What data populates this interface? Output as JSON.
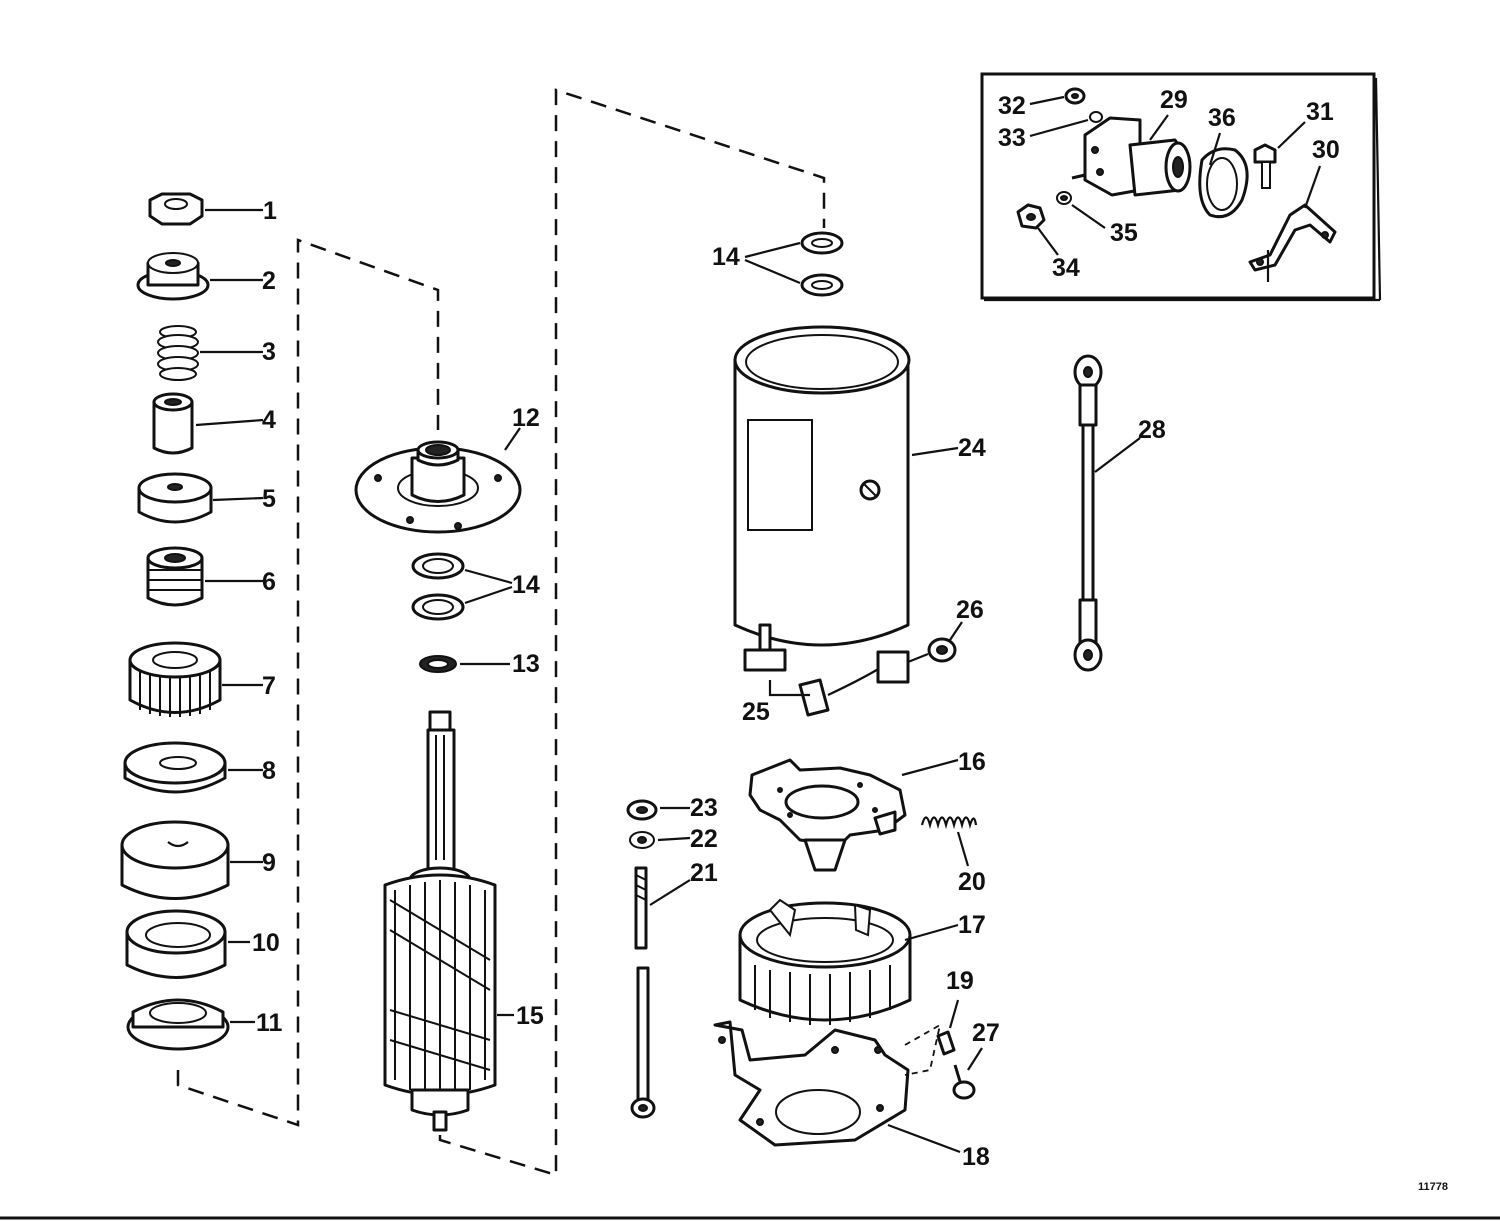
{
  "callouts": {
    "c1": "1",
    "c2": "2",
    "c3": "3",
    "c4": "4",
    "c5": "5",
    "c6": "6",
    "c7": "7",
    "c8": "8",
    "c9": "9",
    "c10": "10",
    "c11": "11",
    "c12": "12",
    "c13": "13",
    "c14a": "14",
    "c14b": "14",
    "c15": "15",
    "c16": "16",
    "c17": "17",
    "c18": "18",
    "c19": "19",
    "c20": "20",
    "c21": "21",
    "c22": "22",
    "c23": "23",
    "c24": "24",
    "c25": "25",
    "c26": "26",
    "c27": "27",
    "c28": "28",
    "c29": "29",
    "c30": "30",
    "c31": "31",
    "c32": "32",
    "c33": "33",
    "c34": "34",
    "c35": "35",
    "c36": "36"
  },
  "figure_number": "11778"
}
